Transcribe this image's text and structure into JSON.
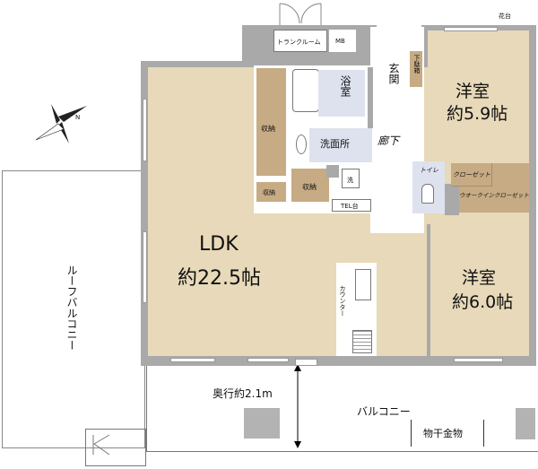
{
  "rooms": {
    "ldk": {
      "name": "LDK",
      "size": "約22.5帖"
    },
    "western1": {
      "name": "洋室",
      "size": "約5.9帖"
    },
    "western2": {
      "name": "洋室",
      "size": "約6.0帖"
    },
    "bath": "浴室",
    "washroom": "洗面所",
    "entrance": "玄関",
    "shoe_box": "下駄箱",
    "hallway": "廊下",
    "toilet": "トイレ",
    "closet": "クローゼット",
    "walk_in_closet": "ウオークインクローゼット",
    "trunk_room": "トランクルーム",
    "mb": "MB",
    "storage_tall": "収納",
    "storage_small": "収納",
    "storage_mid": "収納",
    "washer": "洗",
    "tel": "TEL台",
    "counter": "カウンター",
    "flower_stand": "花台"
  },
  "outdoor": {
    "roof_balcony": "ルーフバルコニー",
    "balcony": "バルコニー",
    "depth": "奥行約2.1m",
    "drying_rack": "物干金物"
  },
  "compass": {
    "label": "N"
  }
}
